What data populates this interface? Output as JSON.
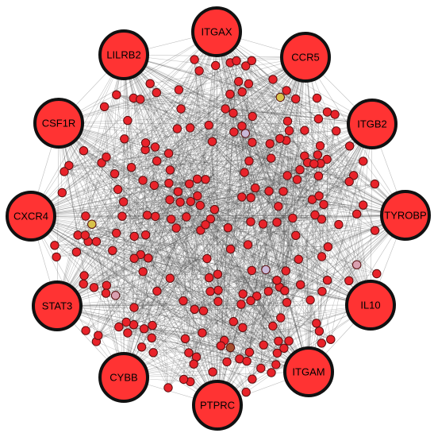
{
  "diagram": {
    "type": "network",
    "hubs": [
      {
        "id": "ITGAX"
      },
      {
        "id": "CCR5"
      },
      {
        "id": "ITGB2"
      },
      {
        "id": "TYROBP"
      },
      {
        "id": "IL10"
      },
      {
        "id": "ITGAM"
      },
      {
        "id": "PTPRC"
      },
      {
        "id": "CYBB"
      },
      {
        "id": "STAT3"
      },
      {
        "id": "CXCR4"
      },
      {
        "id": "CSF1R"
      },
      {
        "id": "LILRB2"
      }
    ],
    "colors": {
      "hub_fill": "#ff3333",
      "hub_stroke": "#111111",
      "node_fill": "#e8232a",
      "node_stroke": "#5a1010",
      "edge": "#444444",
      "accent_yellow": "#d8c24a",
      "accent_brown": "#a5502e",
      "accent_pink": "#d9a0b0",
      "accent_lavender": "#c8b8d8"
    }
  }
}
